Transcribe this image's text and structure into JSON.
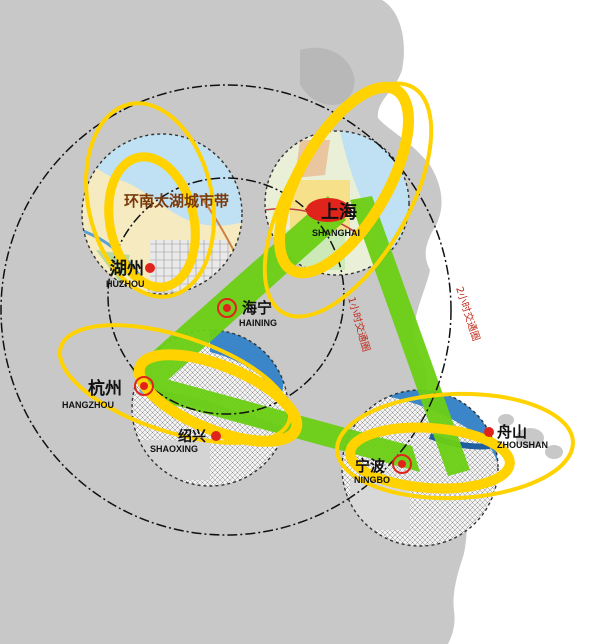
{
  "colors": {
    "sea": "#ffffff",
    "land": "#c8c8c8",
    "corridor": "#6ccf14",
    "ring": "#ffd200",
    "marker": "#e0241c",
    "dashed_circle": "#111111"
  },
  "rings": {
    "one_hour": "1小时交通圈",
    "two_hour": "2小时交通圈"
  },
  "region_label": "环南太湖城市带",
  "cities": {
    "shanghai": {
      "cn": "上海",
      "en": "SHANGHAI"
    },
    "huzhou": {
      "cn": "湖州",
      "en": "HUZHOU"
    },
    "haining": {
      "cn": "海宁",
      "en": "HAINING"
    },
    "hangzhou": {
      "cn": "杭州",
      "en": "HANGZHOU"
    },
    "shaoxing": {
      "cn": "绍兴",
      "en": "SHAOXING"
    },
    "ningbo": {
      "cn": "宁波",
      "en": "NINGBO"
    },
    "zhoushan": {
      "cn": "舟山",
      "en": "ZHOUSHAN"
    }
  }
}
